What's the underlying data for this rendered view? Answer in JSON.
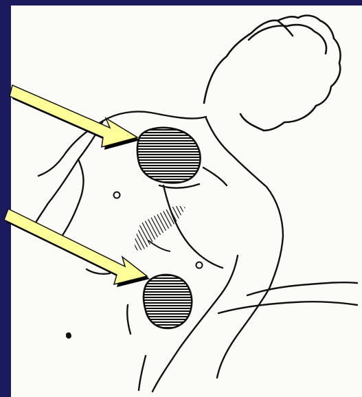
{
  "slide": {
    "background_color": "#1a1a5c",
    "panel_color": "#fbfbf8"
  },
  "figure": {
    "subject": "chest-outline-with-pad-positions",
    "line_color": "#111111",
    "pad_fill_color": "#2a2a2a"
  },
  "arrows": {
    "fill_color": "#ffff99",
    "shadow_color": "#000000",
    "items": [
      {
        "target": "upper-right-chest-pad"
      },
      {
        "target": "lower-left-chest-pad"
      }
    ]
  }
}
